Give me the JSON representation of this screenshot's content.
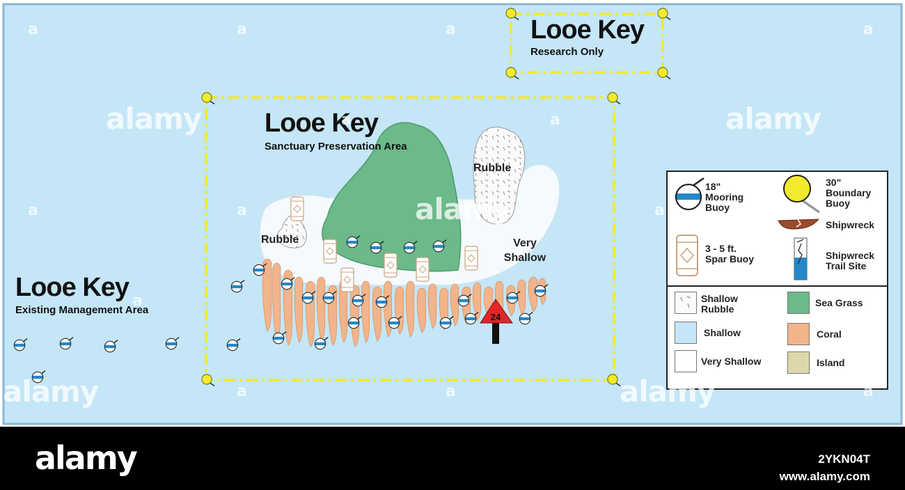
{
  "zones": {
    "research": {
      "title": "Looe Key",
      "subtitle": "Research Only"
    },
    "sanctuary": {
      "title": "Looe Key",
      "subtitle": "Sanctuary Preservation Area"
    },
    "existing": {
      "title": "Looe Key",
      "subtitle": "Existing Management Area"
    }
  },
  "map_labels": {
    "rubble_top": "Rubble",
    "rubble_left": "Rubble",
    "very_shallow": "Very Shallow",
    "trail_site_number": "24"
  },
  "legend": {
    "mooring_buoy": "18\" Mooring Buoy",
    "boundary_buoy": "30\" Boundary Buoy",
    "shipwreck": "Shipwreck",
    "spar_buoy": "3 - 5 ft. Spar Buoy",
    "shipwreck_trail": "Shipwreck Trail Site",
    "shallow_rubble": "Shallow Rubble",
    "sea_grass": "Sea Grass",
    "shallow": "Shallow",
    "coral": "Coral",
    "very_shallow": "Very Shallow",
    "island": "Island"
  },
  "colors": {
    "water": "#c4e6f7",
    "boundary": "#f2ea2c",
    "sea_grass": "#6cb98a",
    "coral": "#f2b48a",
    "very_shallow": "#f4fafe",
    "island": "#dcd8aa",
    "trail_marker": "#e3242b"
  },
  "watermark": {
    "brand": "alamy",
    "letter": "a"
  },
  "footer": {
    "brand": "alamy",
    "image_id": "2YKN04T",
    "site": "www.alamy.com"
  }
}
